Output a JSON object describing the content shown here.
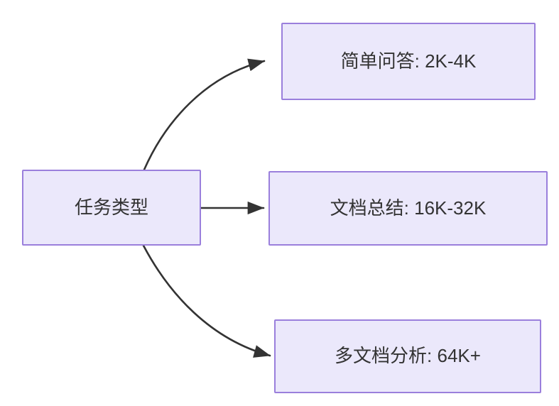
{
  "diagram": {
    "type": "flowchart",
    "direction": "left-to-right",
    "background_color": "#ffffff",
    "node_fill_color": "#ebe8fb",
    "node_border_color": "#9a7fdc",
    "node_text_color": "#333333",
    "edge_color": "#333333",
    "nodes": [
      {
        "id": "source",
        "label": "任务类型",
        "role": "root"
      },
      {
        "id": "simple",
        "label": "简单问答: 2K-4K",
        "role": "leaf"
      },
      {
        "id": "doc",
        "label": "文档总结: 16K-32K",
        "role": "leaf"
      },
      {
        "id": "multidoc",
        "label": "多文档分析: 64K+",
        "role": "leaf"
      }
    ],
    "edges": [
      {
        "id": "edge-source-simple",
        "from": "source",
        "to": "simple",
        "label": "",
        "style": "curved-arrow"
      },
      {
        "id": "edge-source-doc",
        "from": "source",
        "to": "doc",
        "label": "",
        "style": "straight-arrow"
      },
      {
        "id": "edge-source-multidoc",
        "from": "source",
        "to": "multidoc",
        "label": "",
        "style": "curved-arrow"
      }
    ]
  }
}
